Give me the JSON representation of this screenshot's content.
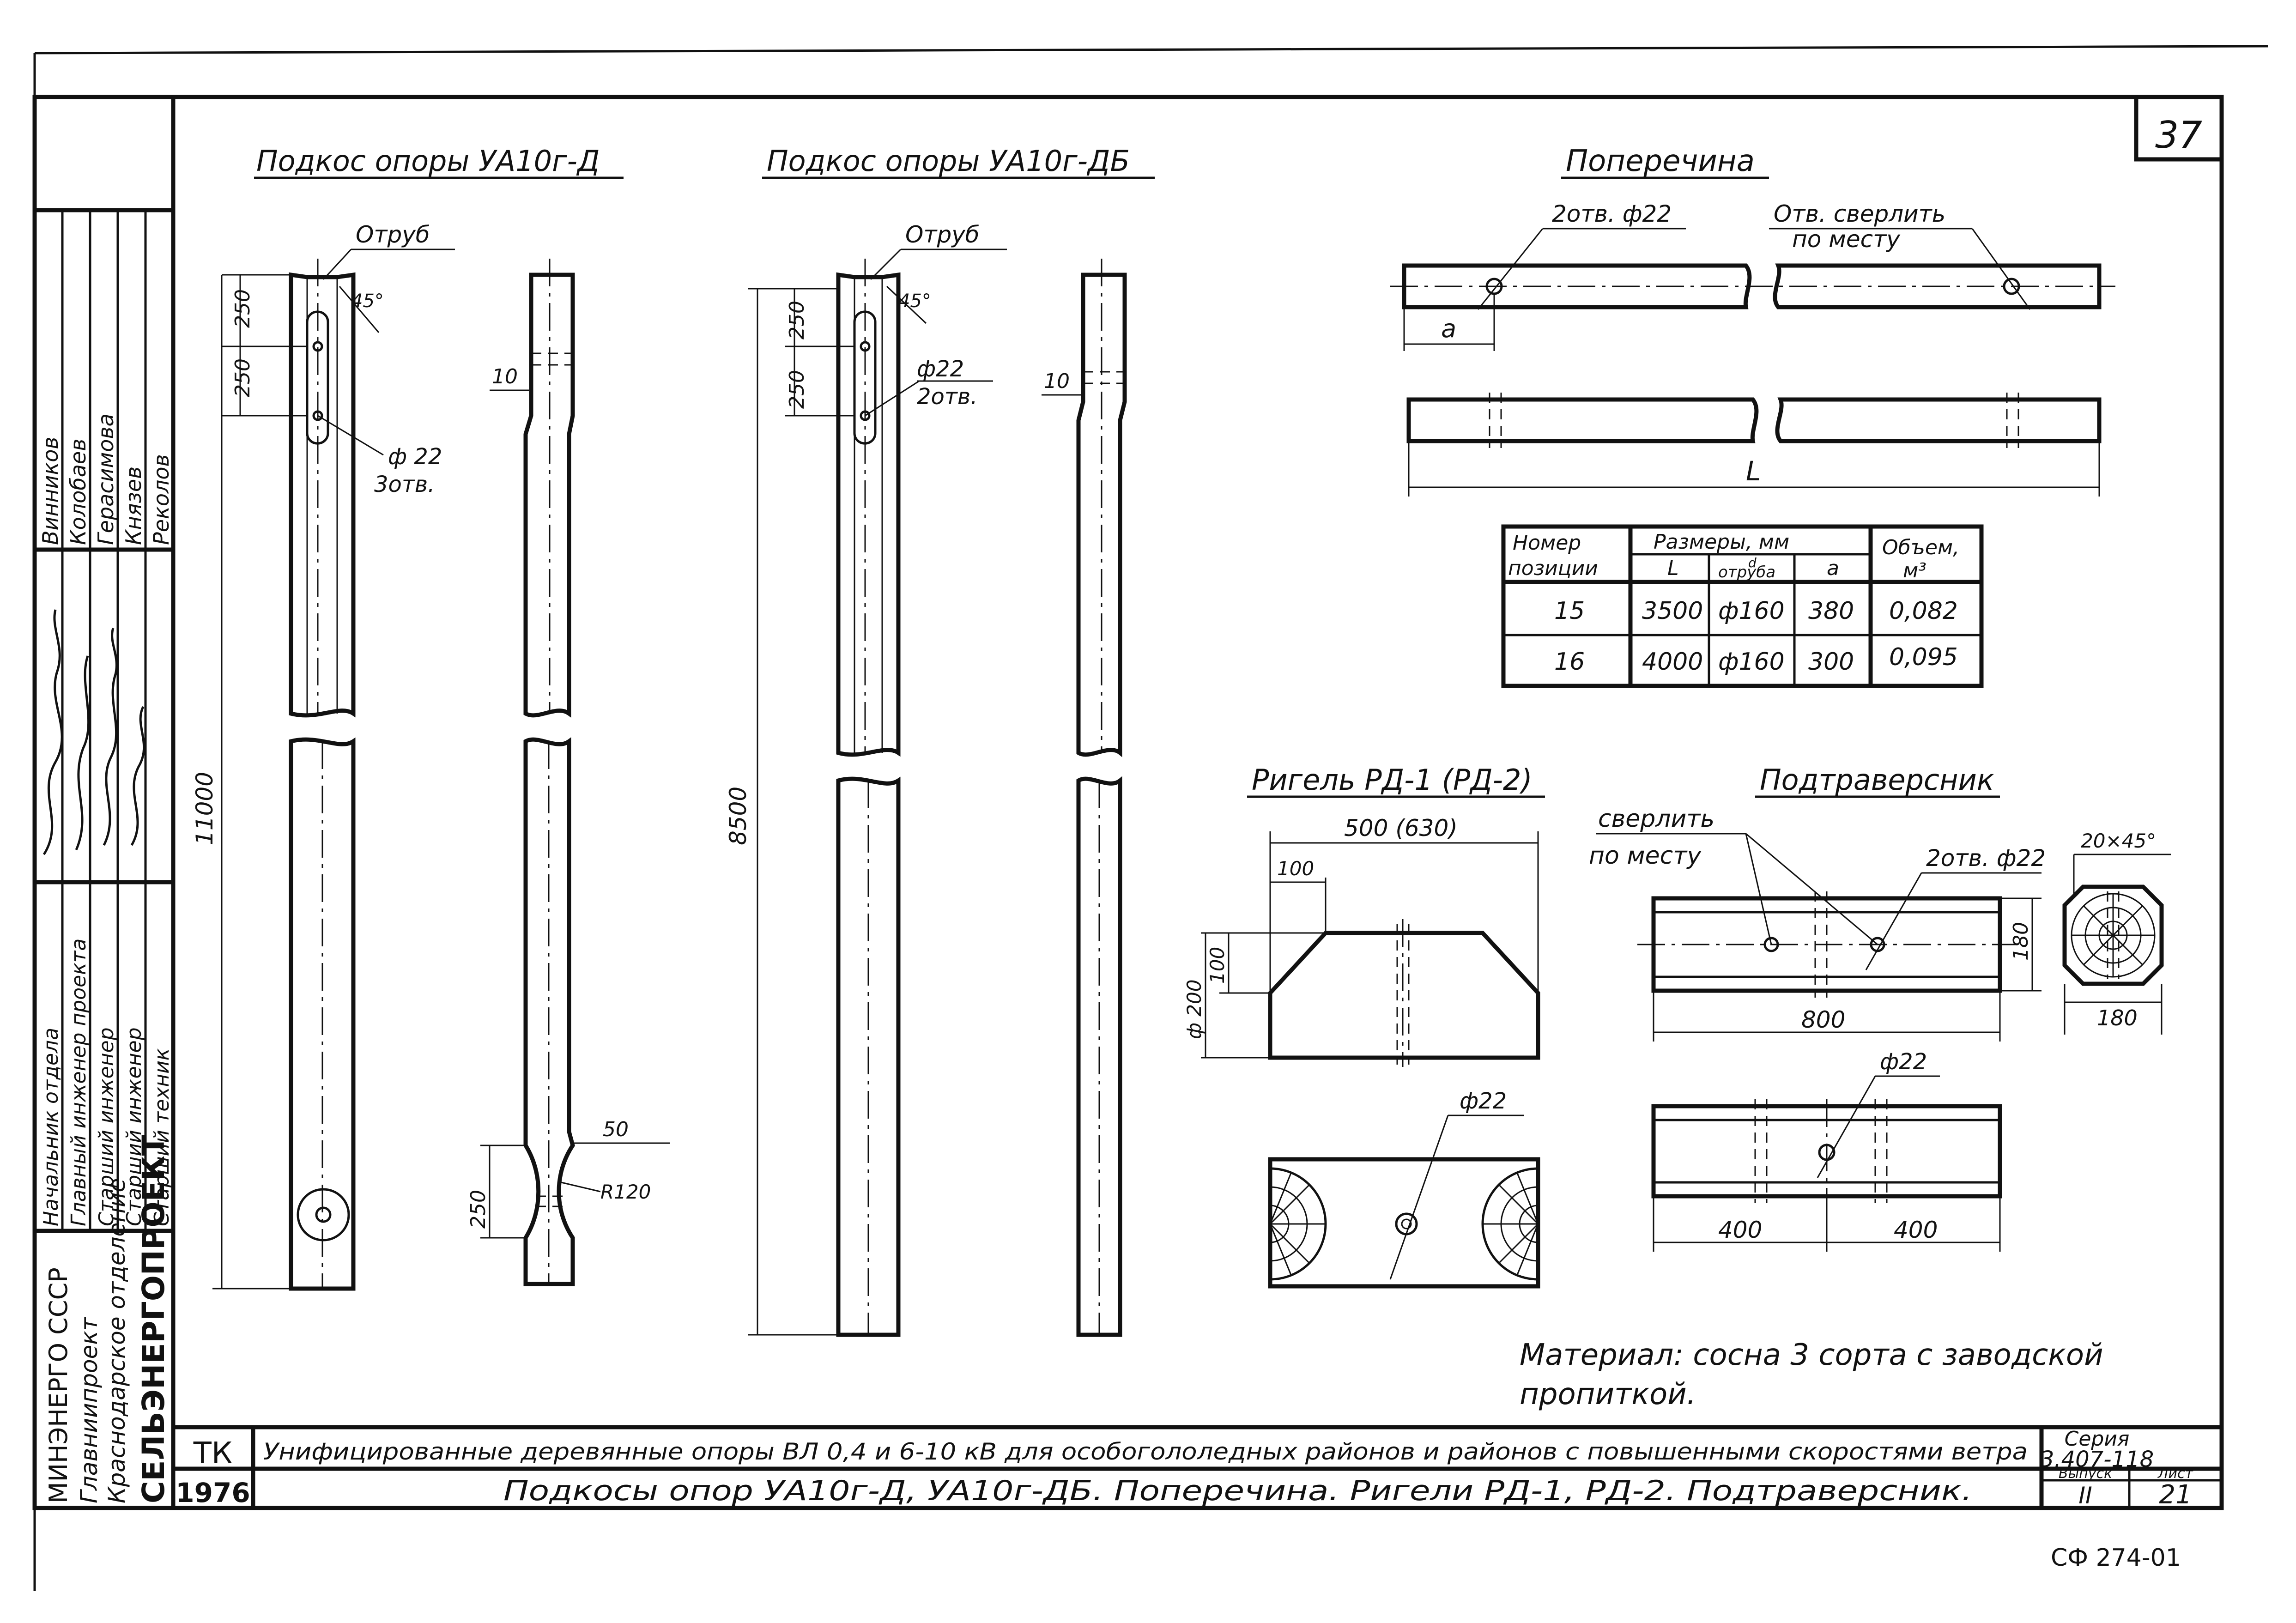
{
  "sheet_number": "37",
  "stamp_code": "СФ 274-01",
  "organization": {
    "ministry": "МИНЭНЕРГО СССР",
    "main": "Главниипроект",
    "branch": "Краснодарское отделение",
    "institute": "СЕЛЬЭНЕРГОПРОЕКТ"
  },
  "signatures": {
    "roles": [
      "Начальник отдела",
      "Главный инженер проекта",
      "Старший инженер",
      "Старший инженер",
      "Старший техник"
    ],
    "names": [
      "Винников",
      "Колобаев",
      "Герасимова",
      "Князев",
      "Реколов"
    ]
  },
  "title_block": {
    "tk": "ТК",
    "year": "1976",
    "project_title": "Унифицированные деревянные опоры ВЛ 0,4 и 6-10 кВ для особогололедных районов и районов с повышенными скоростями ветра",
    "sheet_title": "Подкосы опор УА10г-Д, УА10г-ДБ.  Поперечина.  Ригели РД-1, РД-2.  Подтраверсник.",
    "series_label": "Серия",
    "series_value": "3.407-118",
    "issue_label": "Выпуск",
    "issue_value": "II",
    "sheet_label": "Лист",
    "sheet_value": "21"
  },
  "brace_d": {
    "title": "Подкос опоры УА10г-Д",
    "trim_label": "Отруб",
    "angle": "45°",
    "dim_250_a": "250",
    "dim_250_b": "250",
    "hole_label": "ф 22",
    "hole_count": "3отв.",
    "length": "11000",
    "side_10": "10",
    "dim_50": "50",
    "radius": "R120",
    "dim_250_c": "250"
  },
  "brace_db": {
    "title": "Подкос опоры УА10г-ДБ",
    "trim_label": "Отруб",
    "angle": "45°",
    "dim_250_a": "250",
    "dim_250_b": "250",
    "hole_label": "ф22",
    "hole_count": "2отв.",
    "length": "8500",
    "side_10": "10"
  },
  "crossarm": {
    "title": "Поперечина",
    "holes_label": "2отв. ф22",
    "drill_label_1": "Отв. сверлить",
    "drill_label_2": "по месту",
    "dim_a": "а",
    "dim_l": "L"
  },
  "table": {
    "headers": {
      "position_1": "Номер",
      "position_2": "позиции",
      "sizes": "Размеры, мм",
      "col_l": "L",
      "col_d_top": "d",
      "col_d": "отруба",
      "col_a": "а",
      "volume_1": "Объем,",
      "volume_2": "м³"
    },
    "rows": [
      {
        "pos": "15",
        "L": "3500",
        "d": "ф160",
        "a": "380",
        "vol": "0,082"
      },
      {
        "pos": "16",
        "L": "4000",
        "d": "ф160",
        "a": "300",
        "vol": "0,095"
      }
    ]
  },
  "rigel": {
    "title": "Ригель РД-1 (РД-2)",
    "width": "500 (630)",
    "dim_100_top": "100",
    "dim_100_side": "100",
    "diameter": "ф 200",
    "hole": "ф22"
  },
  "subtraverse": {
    "title": "Подтраверсник",
    "drill_1": "сверлить",
    "drill_2": "по месту",
    "holes": "2отв. ф22",
    "height": "180",
    "length": "800",
    "chamfer": "20×45°",
    "section": "180",
    "hole": "ф22",
    "half_1": "400",
    "half_2": "400"
  },
  "material_1": "Материал: сосна 3 сорта с заводской",
  "material_2": "пропиткой."
}
